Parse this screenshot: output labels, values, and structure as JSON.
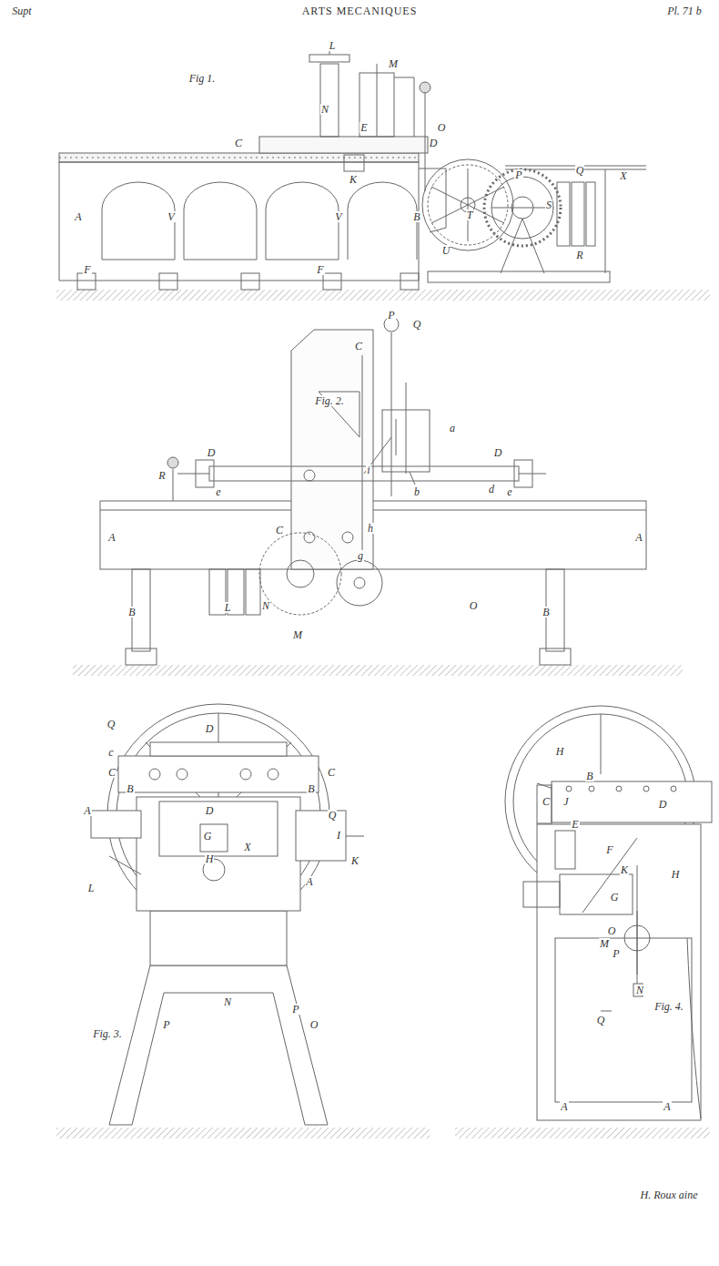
{
  "diagram": {
    "title": "ARTS MECANIQUES",
    "labels": [
      "Supt",
      "Pl. 71 b",
      "Fig 1.",
      "L",
      "M",
      "N",
      "E",
      "C",
      "D",
      "O",
      "P",
      "Q",
      "X",
      "K",
      "A",
      "V",
      "V",
      "B",
      "T",
      "S",
      "U",
      "R",
      "F",
      "F",
      "P",
      "Q",
      "C",
      "Fig. 2.",
      "a",
      "i",
      "b",
      "D",
      "D",
      "R",
      "e",
      "e",
      "d",
      "C",
      "A",
      "A",
      "h",
      "g",
      "L",
      "N",
      "O",
      "M",
      "B",
      "B",
      "Q",
      "Q",
      "D",
      "c",
      "C",
      "C",
      "B",
      "B",
      "D",
      "G",
      "H",
      "X",
      "I",
      "K",
      "A",
      "A",
      "L",
      "N",
      "P",
      "O",
      "P",
      "Fig. 3.",
      "H",
      "B",
      "C",
      "J",
      "D",
      "E",
      "F",
      "K",
      "H",
      "G",
      "O",
      "M",
      "P",
      "N",
      "Q",
      "Fig. 4.",
      "A",
      "A",
      "H. Roux aine"
    ]
  }
}
